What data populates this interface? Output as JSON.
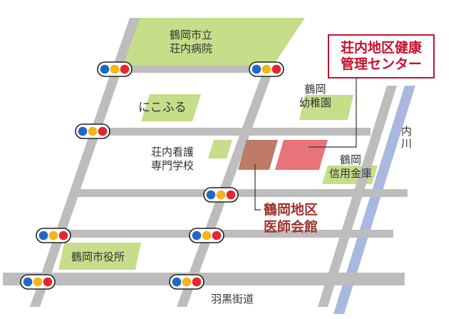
{
  "colors": {
    "road": "#bdbdbd",
    "river": "#a9b8e0",
    "landmark": "#c6dd8a",
    "target_building": "#e8737a",
    "destination_building": "#c07a6a",
    "highlight": "#c8102e",
    "destination_text": "#a0322a",
    "signal_red": "#e6262e",
    "signal_yellow": "#f4b51c",
    "signal_blue": "#1f68c8"
  },
  "landmarks": {
    "hospital": [
      "鶴岡市立",
      "荘内病院"
    ],
    "nikofuru": "にこふる",
    "kindergarten": [
      "鶴岡",
      "幼稚園"
    ],
    "nursing_school": [
      "荘内看護",
      "専門学校"
    ],
    "shinkin_bank": [
      "鶴岡",
      "信用金庫"
    ],
    "city_hall": "鶴岡市役所",
    "river": "内川",
    "main_road": "羽黒街道"
  },
  "highlight_target": [
    "荘内地区健康",
    "管理センター"
  ],
  "destination": [
    "鶴岡地区",
    "医師会館"
  ]
}
